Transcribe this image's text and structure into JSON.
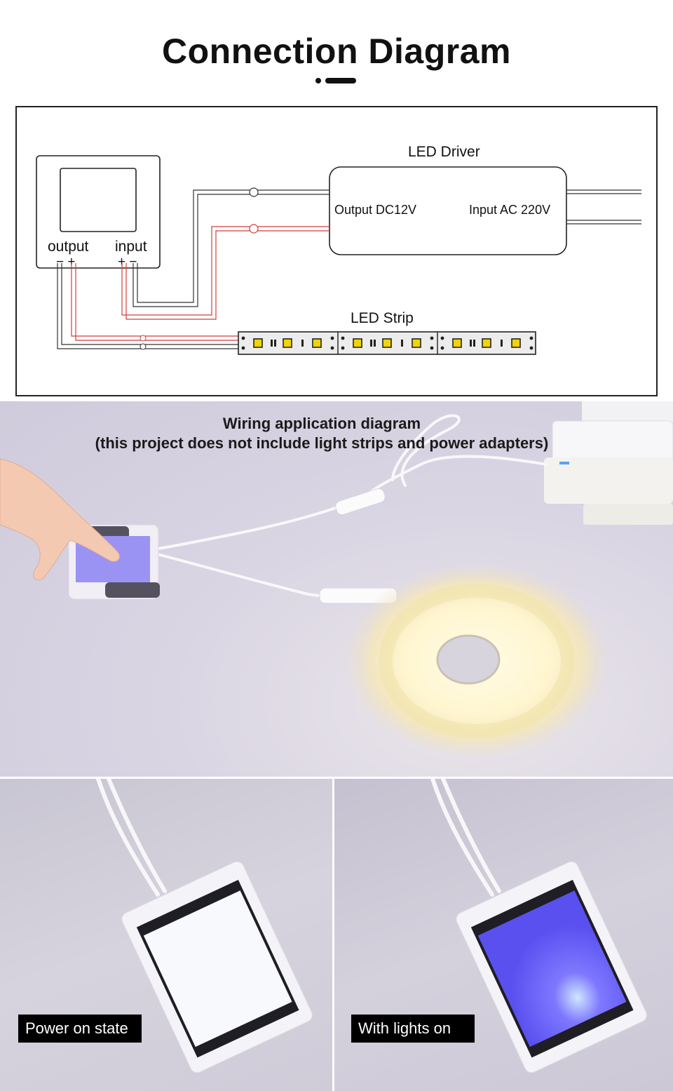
{
  "header": {
    "title": "Connection Diagram"
  },
  "diagram": {
    "switch_output_label": "output",
    "switch_input_label": "input",
    "output_polarity": "− +",
    "input_polarity": "+ −",
    "driver_title": "LED Driver",
    "driver_output": "Output DC12V",
    "driver_input": "Input AC 220V",
    "strip_title": "LED Strip"
  },
  "wiring": {
    "caption_line1": "Wiring application diagram",
    "caption_line2": "(this project does not include light strips and power adapters)"
  },
  "states": {
    "left_label": "Power on state",
    "right_label": "With lights on"
  },
  "colors": {
    "red_wire": "#d83a3a",
    "black_wire": "#333333",
    "strip_led": "#f2d400",
    "panel_white": "#f4f5fb",
    "panel_blue": "#6b63ff"
  }
}
